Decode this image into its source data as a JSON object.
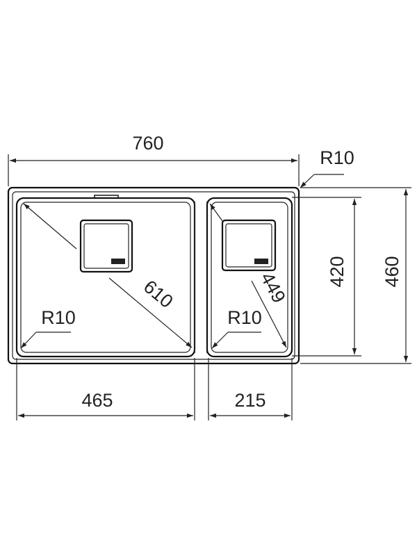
{
  "dimensions": {
    "overall_width": "760",
    "overall_depth": "460",
    "inner_depth": "420",
    "large_bowl_width": "465",
    "small_bowl_width": "215",
    "large_bowl_diagonal": "610",
    "small_bowl_diagonal": "449",
    "outer_corner_radius": "R10",
    "large_bowl_radius": "R10",
    "small_bowl_radius": "R10"
  },
  "colors": {
    "line": "#222222",
    "background": "#ffffff"
  },
  "icons": {
    "drain_large": "drain-basket-icon",
    "drain_small": "drain-basket-icon"
  }
}
